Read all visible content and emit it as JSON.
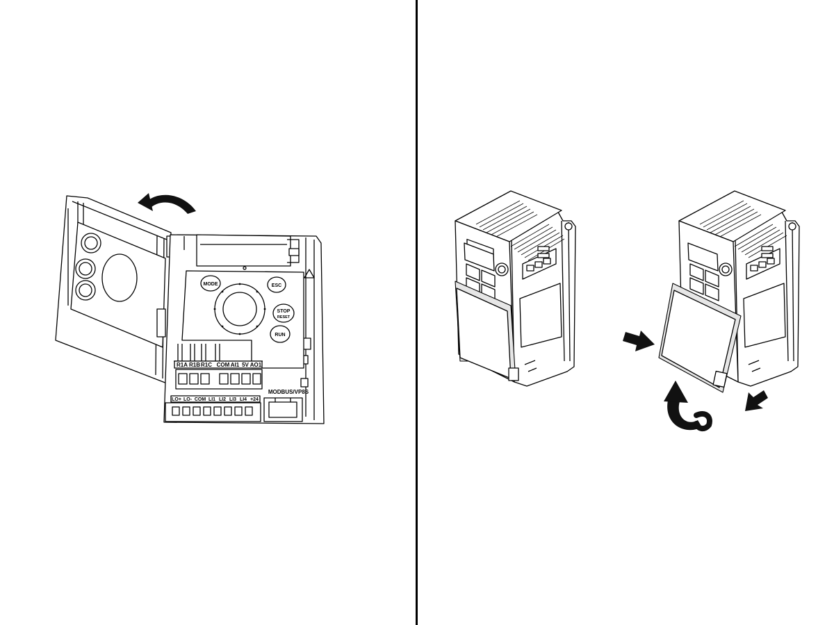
{
  "left_panel": {
    "keypad": {
      "mode": "MODE",
      "esc": "ESC",
      "stop": "STOP",
      "reset": "RESET",
      "run": "RUN"
    },
    "upper_terminals": [
      "R1A",
      "R1B",
      "R1C",
      "COM",
      "AI1",
      "5V",
      "AO1"
    ],
    "lower_terminals": [
      "LO+",
      "LO-",
      "COM",
      "LI1",
      "LI2",
      "LI3",
      "LI4",
      "+24"
    ],
    "port_label": "MODBUS/VP8S"
  },
  "colors": {
    "line": "#000000",
    "background": "#ffffff",
    "arrow_fill": "#111111"
  }
}
